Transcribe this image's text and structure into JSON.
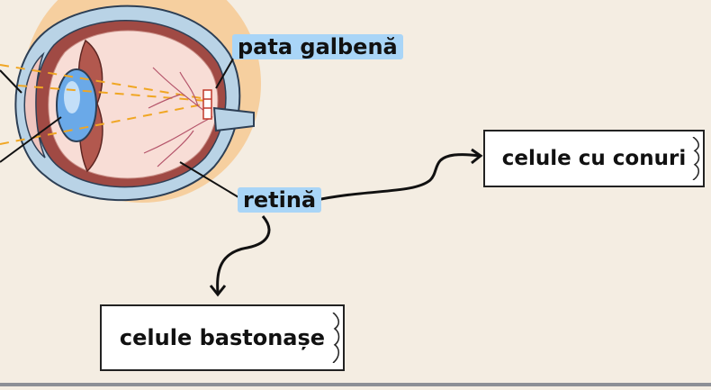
{
  "labels": {
    "macula": "pata galbenă",
    "retina": "retină",
    "cones": "celule cu conuri",
    "rods": "celule bastonașe"
  },
  "colors": {
    "background": "#f4ede2",
    "circle_bg": "#f6cf9f",
    "highlight": "#a9d5f7",
    "eye_outer": "#b9d3e6",
    "eye_inner": "#f8ddd6",
    "lens": "#6aa9e8",
    "iris": "#b2584e",
    "vessels": "#b5556b",
    "light_rays": "#f0a623"
  }
}
